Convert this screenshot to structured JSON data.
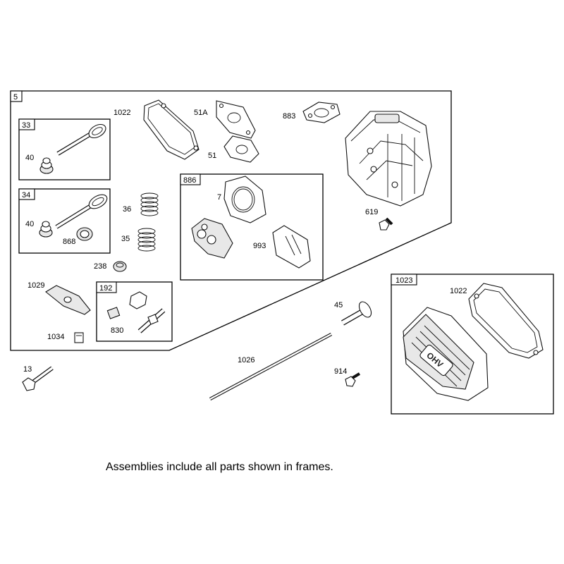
{
  "caption": "Assemblies include all parts shown in frames.",
  "frames": {
    "f5": "5",
    "f33": "33",
    "f34": "34",
    "f886": "886",
    "f192": "192",
    "f1023": "1023"
  },
  "labels": {
    "p1022a": "1022",
    "p51A": "51A",
    "p51": "51",
    "p883": "883",
    "p40a": "40",
    "p40b": "40",
    "p868": "868",
    "p36": "36",
    "p35": "35",
    "p7": "7",
    "p993": "993",
    "p619": "619",
    "p238": "238",
    "p1029": "1029",
    "p830": "830",
    "p1034": "1034",
    "p45": "45",
    "p1022b": "1022",
    "p13": "13",
    "p1026": "1026",
    "p914": "914"
  },
  "cover_text": "OHV"
}
